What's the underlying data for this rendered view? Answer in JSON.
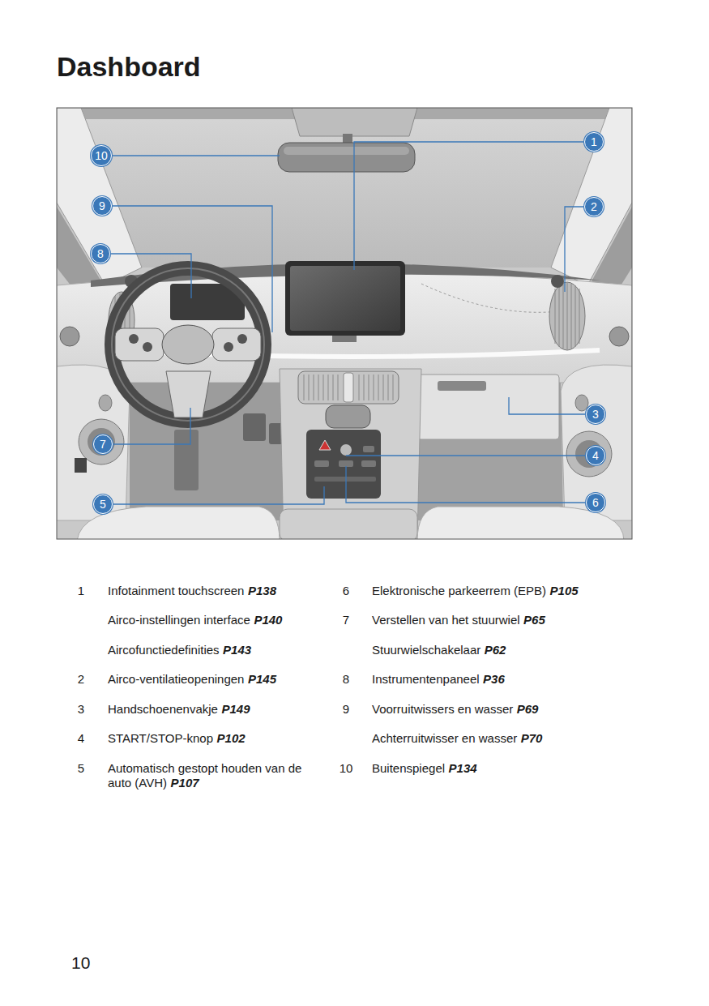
{
  "diagram": {
    "title": "Dashboard",
    "nodes": [
      {
        "text": [
          "1"
        ]
      },
      {
        "text": [
          "2"
        ]
      },
      {
        "text": [
          "3"
        ]
      },
      {
        "text": [
          "4"
        ]
      },
      {
        "text": [
          "5"
        ]
      },
      {
        "text": [
          "6"
        ]
      },
      {
        "text": [
          "7"
        ]
      },
      {
        "text": [
          "8"
        ]
      },
      {
        "text": [
          "9"
        ]
      },
      {
        "text": [
          "10"
        ]
      }
    ],
    "labels": [
      "1",
      "Infotainment touchscreen",
      "P138",
      "Airco-instellingen interface",
      "P140",
      "Aircofunctiedefinities",
      "P143",
      "2",
      "Airco-ventilatieopeningen",
      "P145",
      "3",
      "Handschoenenvakje",
      "P149",
      "4",
      "START/STOP-knop",
      "P102",
      "5",
      "Automatisch gestopt houden van de auto (AVH)",
      "P107",
      "6",
      "Elektronische parkeerrem (EPB)",
      "P105",
      "7",
      "Verstellen van het stuurwiel",
      "P65",
      "Stuurwielschakelaar",
      "P62",
      "8",
      "Instrumentenpaneel",
      "P36",
      "9",
      "Voorruitwissers en wasser",
      "P69",
      "Achterruitwisser en wasser",
      "P70",
      "10",
      "Buitenspiegel",
      "P134",
      "10"
    ]
  }
}
